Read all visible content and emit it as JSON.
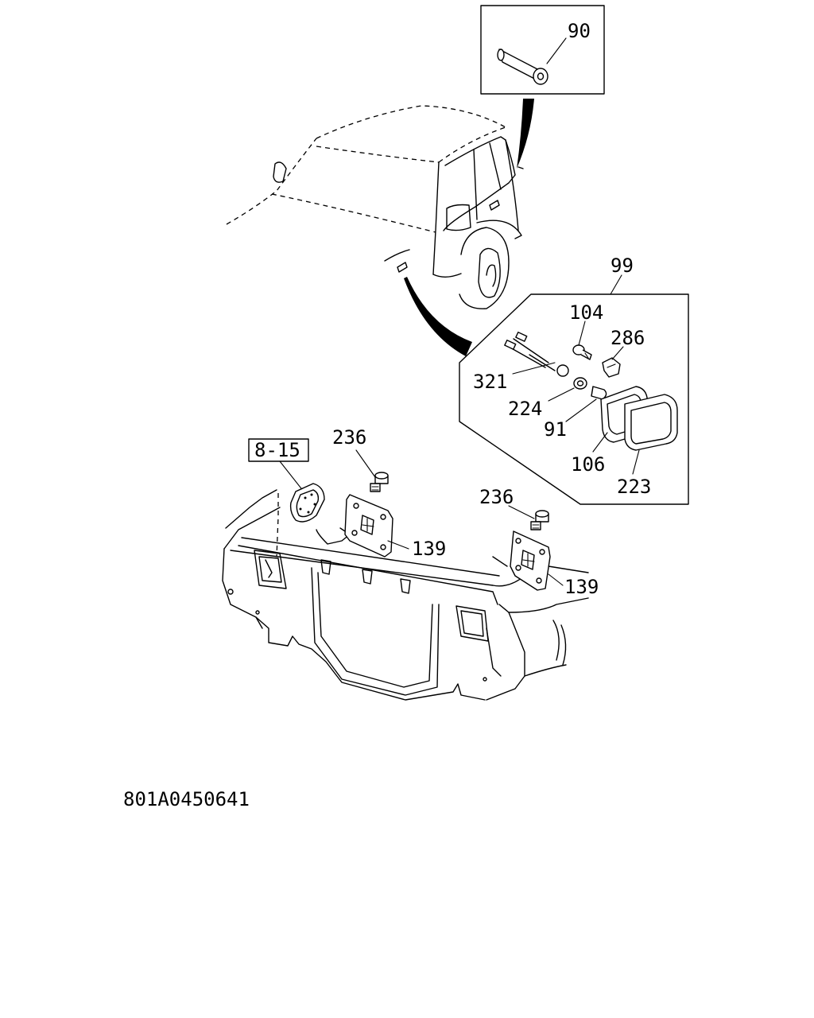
{
  "diagram": {
    "drawing_code": "801A0450641",
    "callouts": {
      "c90": "90",
      "c99": "99",
      "c104": "104",
      "c286": "286",
      "c321": "321",
      "c224": "224",
      "c91": "91",
      "c106": "106",
      "c223": "223",
      "c236a": "236",
      "c236b": "236",
      "c139a": "139",
      "c139b": "139",
      "ref": "8-15"
    }
  }
}
